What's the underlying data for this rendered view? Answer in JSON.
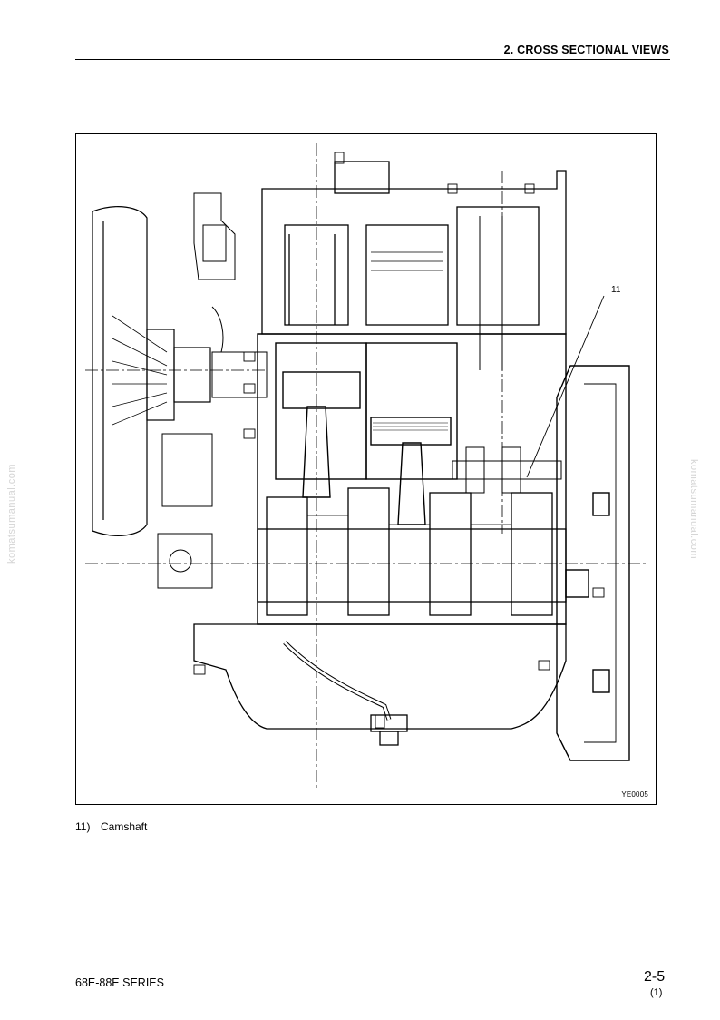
{
  "header": {
    "section_title": "2. CROSS SECTIONAL VIEWS"
  },
  "figure": {
    "code": "YE0005",
    "callout_number": "11"
  },
  "caption": {
    "number": "11)",
    "text": "Camshaft"
  },
  "watermark": {
    "text": "komatsumanual.com"
  },
  "footer": {
    "series": "68E-88E SERIES",
    "page_number": "2-5",
    "revision": "(1)"
  }
}
